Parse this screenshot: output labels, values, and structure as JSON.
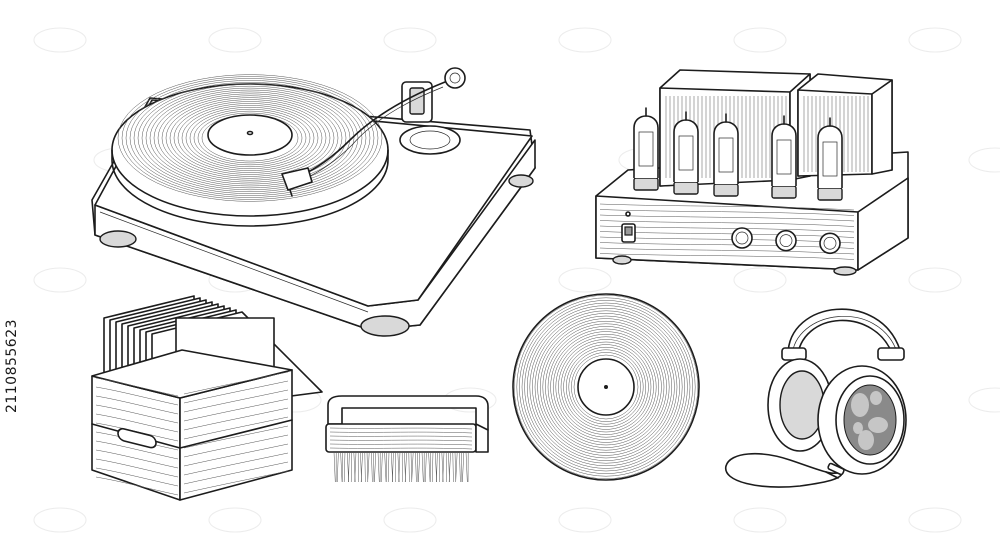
{
  "image": {
    "stock_id": "2110855623"
  },
  "colors": {
    "background": "#ffffff",
    "ink": "#1c1c1c",
    "shade": "#d9d9d9"
  },
  "objects": [
    "turntable",
    "tube-amplifier",
    "vinyl-crate",
    "record-brush",
    "vinyl-record",
    "headphones"
  ]
}
